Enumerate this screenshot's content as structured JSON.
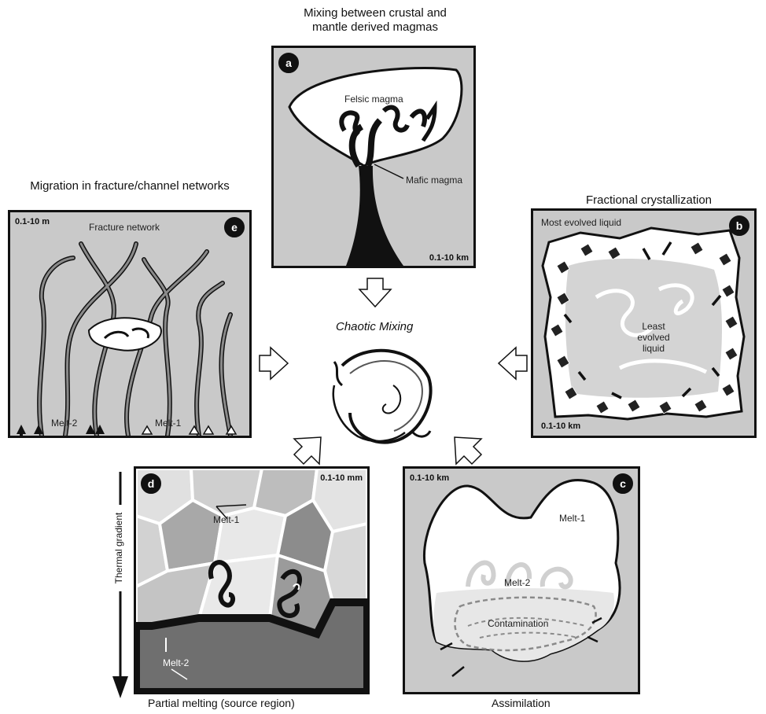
{
  "titles": {
    "a": "Mixing between crustal and mantle derived magmas",
    "b": "Fractional crystallization",
    "e": "Migration in fracture/channel networks"
  },
  "captions": {
    "d": "Partial melting (source region)",
    "c": "Assimilation"
  },
  "center": {
    "label": "Chaotic Mixing"
  },
  "panels": {
    "a": {
      "badge": "a",
      "scale": "0.1-10 km",
      "felsic": "Felsic magma",
      "mafic": "Mafic magma"
    },
    "b": {
      "badge": "b",
      "scale": "0.1-10 km",
      "most": "Most evolved liquid",
      "least": "Least evolved liquid"
    },
    "c": {
      "badge": "c",
      "scale": "0.1-10 km",
      "melt1": "Melt-1",
      "melt2": "Melt-2",
      "contamination": "Contamination"
    },
    "d": {
      "badge": "d",
      "scale": "0.1-10 mm",
      "melt1": "Melt-1",
      "melt2": "Melt-2",
      "gradient": "Thermal gradient"
    },
    "e": {
      "badge": "e",
      "scale": "0.1-10 m",
      "fracture": "Fracture network",
      "melt2": "Melt-2",
      "melt1": "Melt-1"
    }
  },
  "colors": {
    "panel_bg": "#c9c9c9",
    "dark": "#111111",
    "light": "#ffffff",
    "mid_gray": "#8a8a8a"
  }
}
